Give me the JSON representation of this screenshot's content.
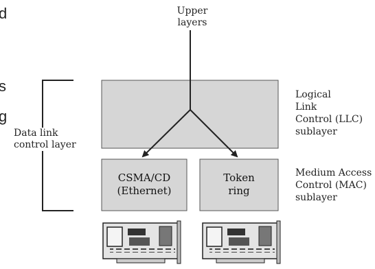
{
  "upper_layers": {
    "line1": "Upper",
    "line2": "layers"
  },
  "data_link_control": {
    "line1": "Data link",
    "line2": "control layer"
  },
  "llc": {
    "line1": "Logical",
    "line2": "Link",
    "line3": "Control (LLC)",
    "line4": "sublayer"
  },
  "mac": {
    "line1": "Medium Access",
    "line2": "Control (MAC)",
    "line3": "sublayer"
  },
  "csma_box": {
    "line1": "CSMA/CD",
    "line2": "(Ethernet)"
  },
  "token_box": {
    "line1": "Token",
    "line2": "ring"
  },
  "clipped_left_text": [
    "d",
    "s",
    "g"
  ],
  "colors": {
    "box_fill": "#d6d6d6",
    "box_stroke": "#555555",
    "line": "#222222"
  }
}
